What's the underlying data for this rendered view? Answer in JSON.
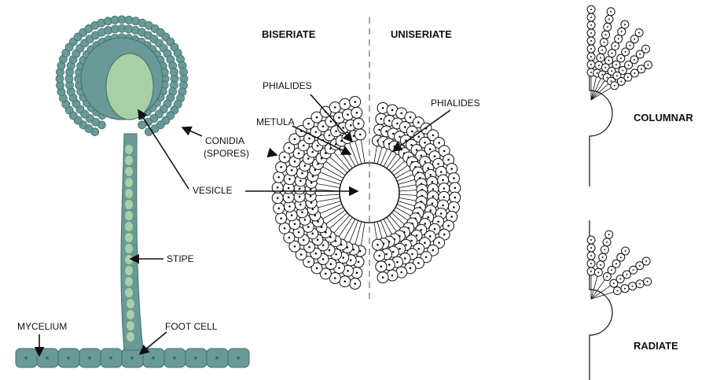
{
  "headings": {
    "biseriate": "BISERIATE",
    "uniseriate": "UNISERIATE",
    "columnar": "COLUMNAR",
    "radiate": "RADIATE"
  },
  "labels": {
    "conidia": "CONIDIA",
    "spores": "(SPORES)",
    "vesicle": "VESICLE",
    "stipe": "STIPE",
    "mycelium": "MYCELIUM",
    "foot_cell": "FOOT CELL",
    "phialides_left": "PHIALIDES",
    "metula": "METULA",
    "phialides_right": "PHIALIDES"
  },
  "colors": {
    "fungus_fill": "#6a9a98",
    "fungus_light": "#a9cfa6",
    "fungus_dark": "#3f6f6c",
    "line": "#111111"
  }
}
